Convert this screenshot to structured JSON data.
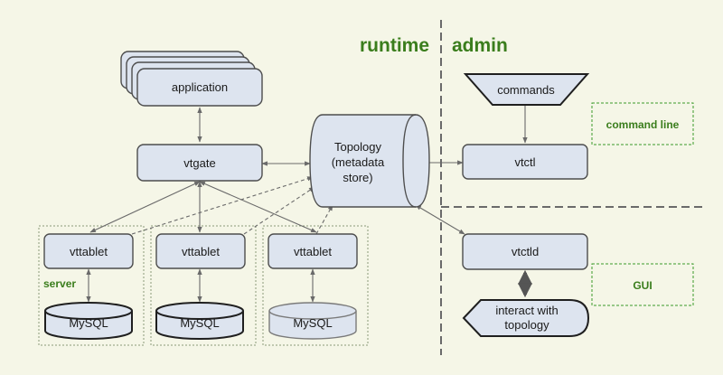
{
  "sections": {
    "runtime": "runtime",
    "admin": "admin"
  },
  "nodes": {
    "application": "application",
    "vtgate": "vtgate",
    "topology": [
      "Topology",
      "(metadata",
      "store)"
    ],
    "vttablet_1": "vttablet",
    "vttablet_2": "vttablet",
    "vttablet_3": "vttablet",
    "mysql_1": "MySQL",
    "mysql_2": "MySQL",
    "mysql_3": "MySQL",
    "commands": "commands",
    "vtctl": "vtctl",
    "vtctld": "vtctld",
    "interact": [
      "interact with",
      "topology"
    ]
  },
  "labels": {
    "server": "server",
    "command_line": "command line",
    "gui": "GUI"
  },
  "colors": {
    "background": "#f5f6e7",
    "box_fill": "#dde4ef",
    "label_green": "#3a7d1c"
  }
}
